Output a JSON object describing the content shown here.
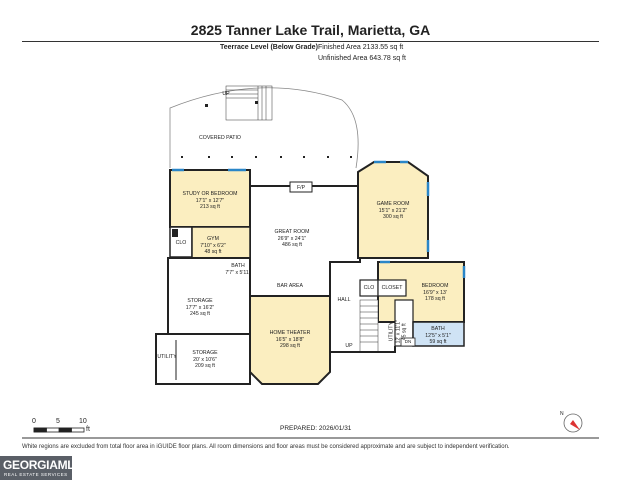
{
  "header": {
    "title": "2825 Tanner Lake Trail, Marietta, GA",
    "level": "Teerrace Level (Below Grade)",
    "finished_area": "Finished Area 2133.55 sq ft",
    "unfinished_area": "Unfinished Area 643.78 sq ft"
  },
  "rooms": {
    "up_top": "UP",
    "covered_patio": "COVERED PATIO",
    "fp": "F/P",
    "study": {
      "name": "STUDY OR BEDROOM",
      "dims": "17'1\" x 12'7\"",
      "area": "213 sq ft"
    },
    "great_room": {
      "name": "GREAT ROOM",
      "dims": "26'9\" x 24'1\"",
      "area": "486 sq ft"
    },
    "game_room": {
      "name": "GAME ROOM",
      "dims": "15'1\" x 21'2\"",
      "area": "300 sq ft"
    },
    "clo_left": "CLO",
    "gym": {
      "name": "GYM",
      "dims": "7'10\" x 6'2\"",
      "area": "48 sq ft"
    },
    "bath_left": {
      "name": "BATH",
      "dims": "7'7\" x 5'11\""
    },
    "bar_area": "BAR AREA",
    "bedroom": {
      "name": "BEDROOM",
      "dims": "16'9\" x 13'",
      "area": "178 sq ft"
    },
    "clo_right": "CLO",
    "closet": "CLOSET",
    "storage_a": {
      "name": "STORAGE",
      "dims": "17'7\" x 16'2\"",
      "area": "245 sq ft"
    },
    "hall": "HALL",
    "utility_small": {
      "name": "UTILITY",
      "dims": "12' x 11'1\"",
      "area": "45 sq ft"
    },
    "bath_right": {
      "name": "BATH",
      "dims": "12'5\" x 5'1\"",
      "area": "59 sq ft"
    },
    "dn": "DN",
    "home_theater": {
      "name": "HOME THEATER",
      "dims": "16'5\" x 18'8\"",
      "area": "298 sq ft"
    },
    "up_hall": "UP",
    "utility_left": "UTILITY",
    "storage_b": {
      "name": "STORAGE",
      "dims": "20' x 10'6\"",
      "area": "209 sq ft"
    }
  },
  "scale": {
    "t0": "0",
    "t5": "5",
    "t10": "10",
    "unit": "ft"
  },
  "prepared": "PREPARED: 2026/01/31",
  "compass": "N",
  "footer": "White regions are excluded from total floor area in iGUIDE floor plans. All room dimensions and floor areas must be considered approximate and are subject to independent verification.",
  "logo": {
    "main": "GEORGIAMLS",
    "tag": "REAL ESTATE SERVICES"
  },
  "colors": {
    "finished": "#fbeec0",
    "bath": "#cfe3f5",
    "window": "#2a86c8",
    "wall": "#222222"
  }
}
